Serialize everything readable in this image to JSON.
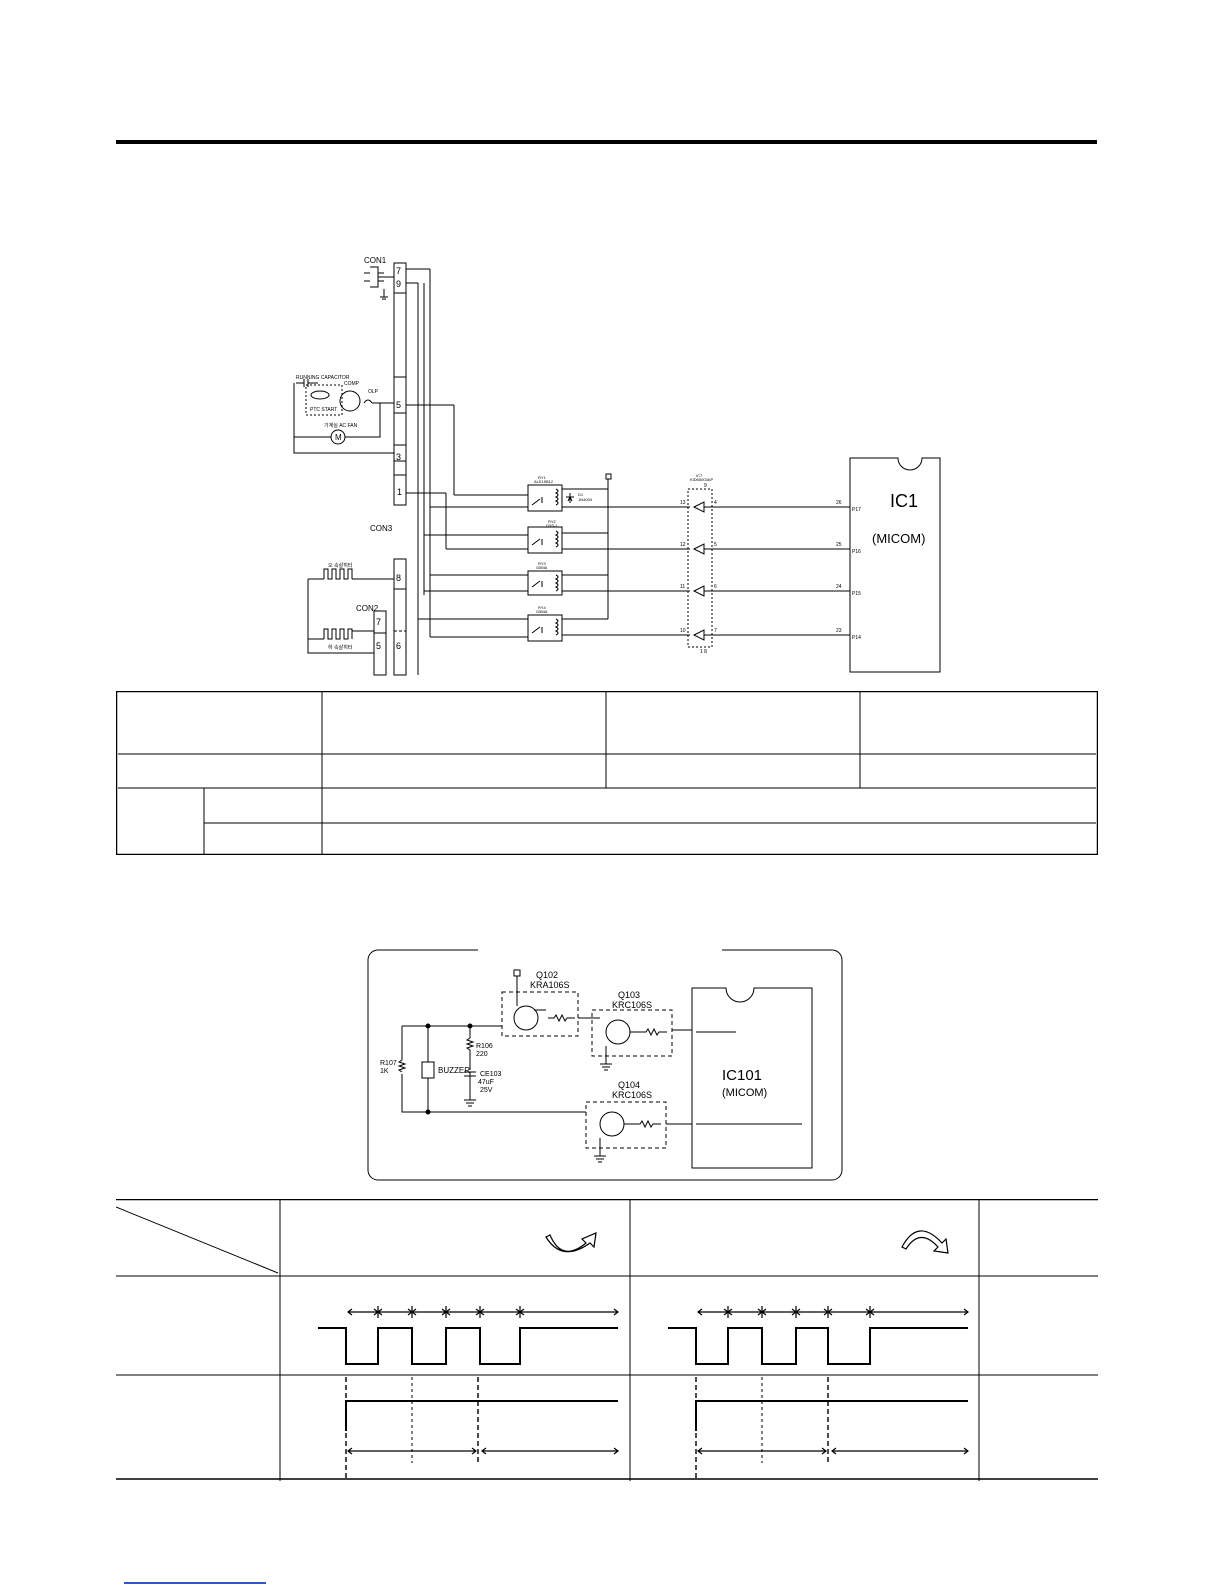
{
  "relay_schematic": {
    "connectors": {
      "con1": "CON1",
      "con2": "CON2",
      "con3": "CON3"
    },
    "pins": {
      "p7": "7",
      "p9": "9",
      "p5": "5",
      "p3": "3",
      "p1": "1",
      "p8": "8",
      "p7b": "7",
      "p5b": "5",
      "p6": "6"
    },
    "components": {
      "running_capacitor": "RUNNING CAPACITOR",
      "comp": "COMP",
      "olp": "OLP",
      "ptc_start": "PTC START",
      "fan": "기계실 AC FAN",
      "motor": "M",
      "heater_upper": "오 속살히터",
      "heater_lower": "하 속살히터"
    },
    "relays": {
      "ry1": "RY1",
      "ry1_part": "ALE15B12",
      "ry2": "RY2",
      "ry2_part": "G5S-1",
      "ry3": "RY3",
      "ry3_part": "G5MA",
      "ry4": "RY4",
      "ry4_part": "G5MA",
      "diode": "D1",
      "diode_part": "1N4004"
    },
    "driver": {
      "name": "IC7",
      "part": "KID65003AP",
      "vcc_pin": "9",
      "gnd_pins": "1 8",
      "in_pins": [
        "4",
        "5",
        "6",
        "7"
      ],
      "out_pins": [
        "13",
        "12",
        "11",
        "10"
      ]
    },
    "micom": {
      "name": "IC1",
      "subtitle": "(MICOM)",
      "pin_numbers": [
        "26",
        "25",
        "24",
        "23"
      ],
      "pin_names": [
        "P17",
        "P16",
        "P15",
        "P14"
      ]
    }
  },
  "buzzer_schematic": {
    "q102": "Q102",
    "q102_part": "KRA106S",
    "q103": "Q103",
    "q103_part": "KRC106S",
    "q104": "Q104",
    "q104_part": "KRC106S",
    "r107": "R107",
    "r107_val": "1K",
    "r106": "R106",
    "r106_val": "220",
    "buzzer": "BUZZER",
    "ce103": "CE103",
    "ce103_val1": "47uF",
    "ce103_val2": "25V",
    "micom_name": "IC101",
    "micom_sub": "(MICOM)"
  }
}
